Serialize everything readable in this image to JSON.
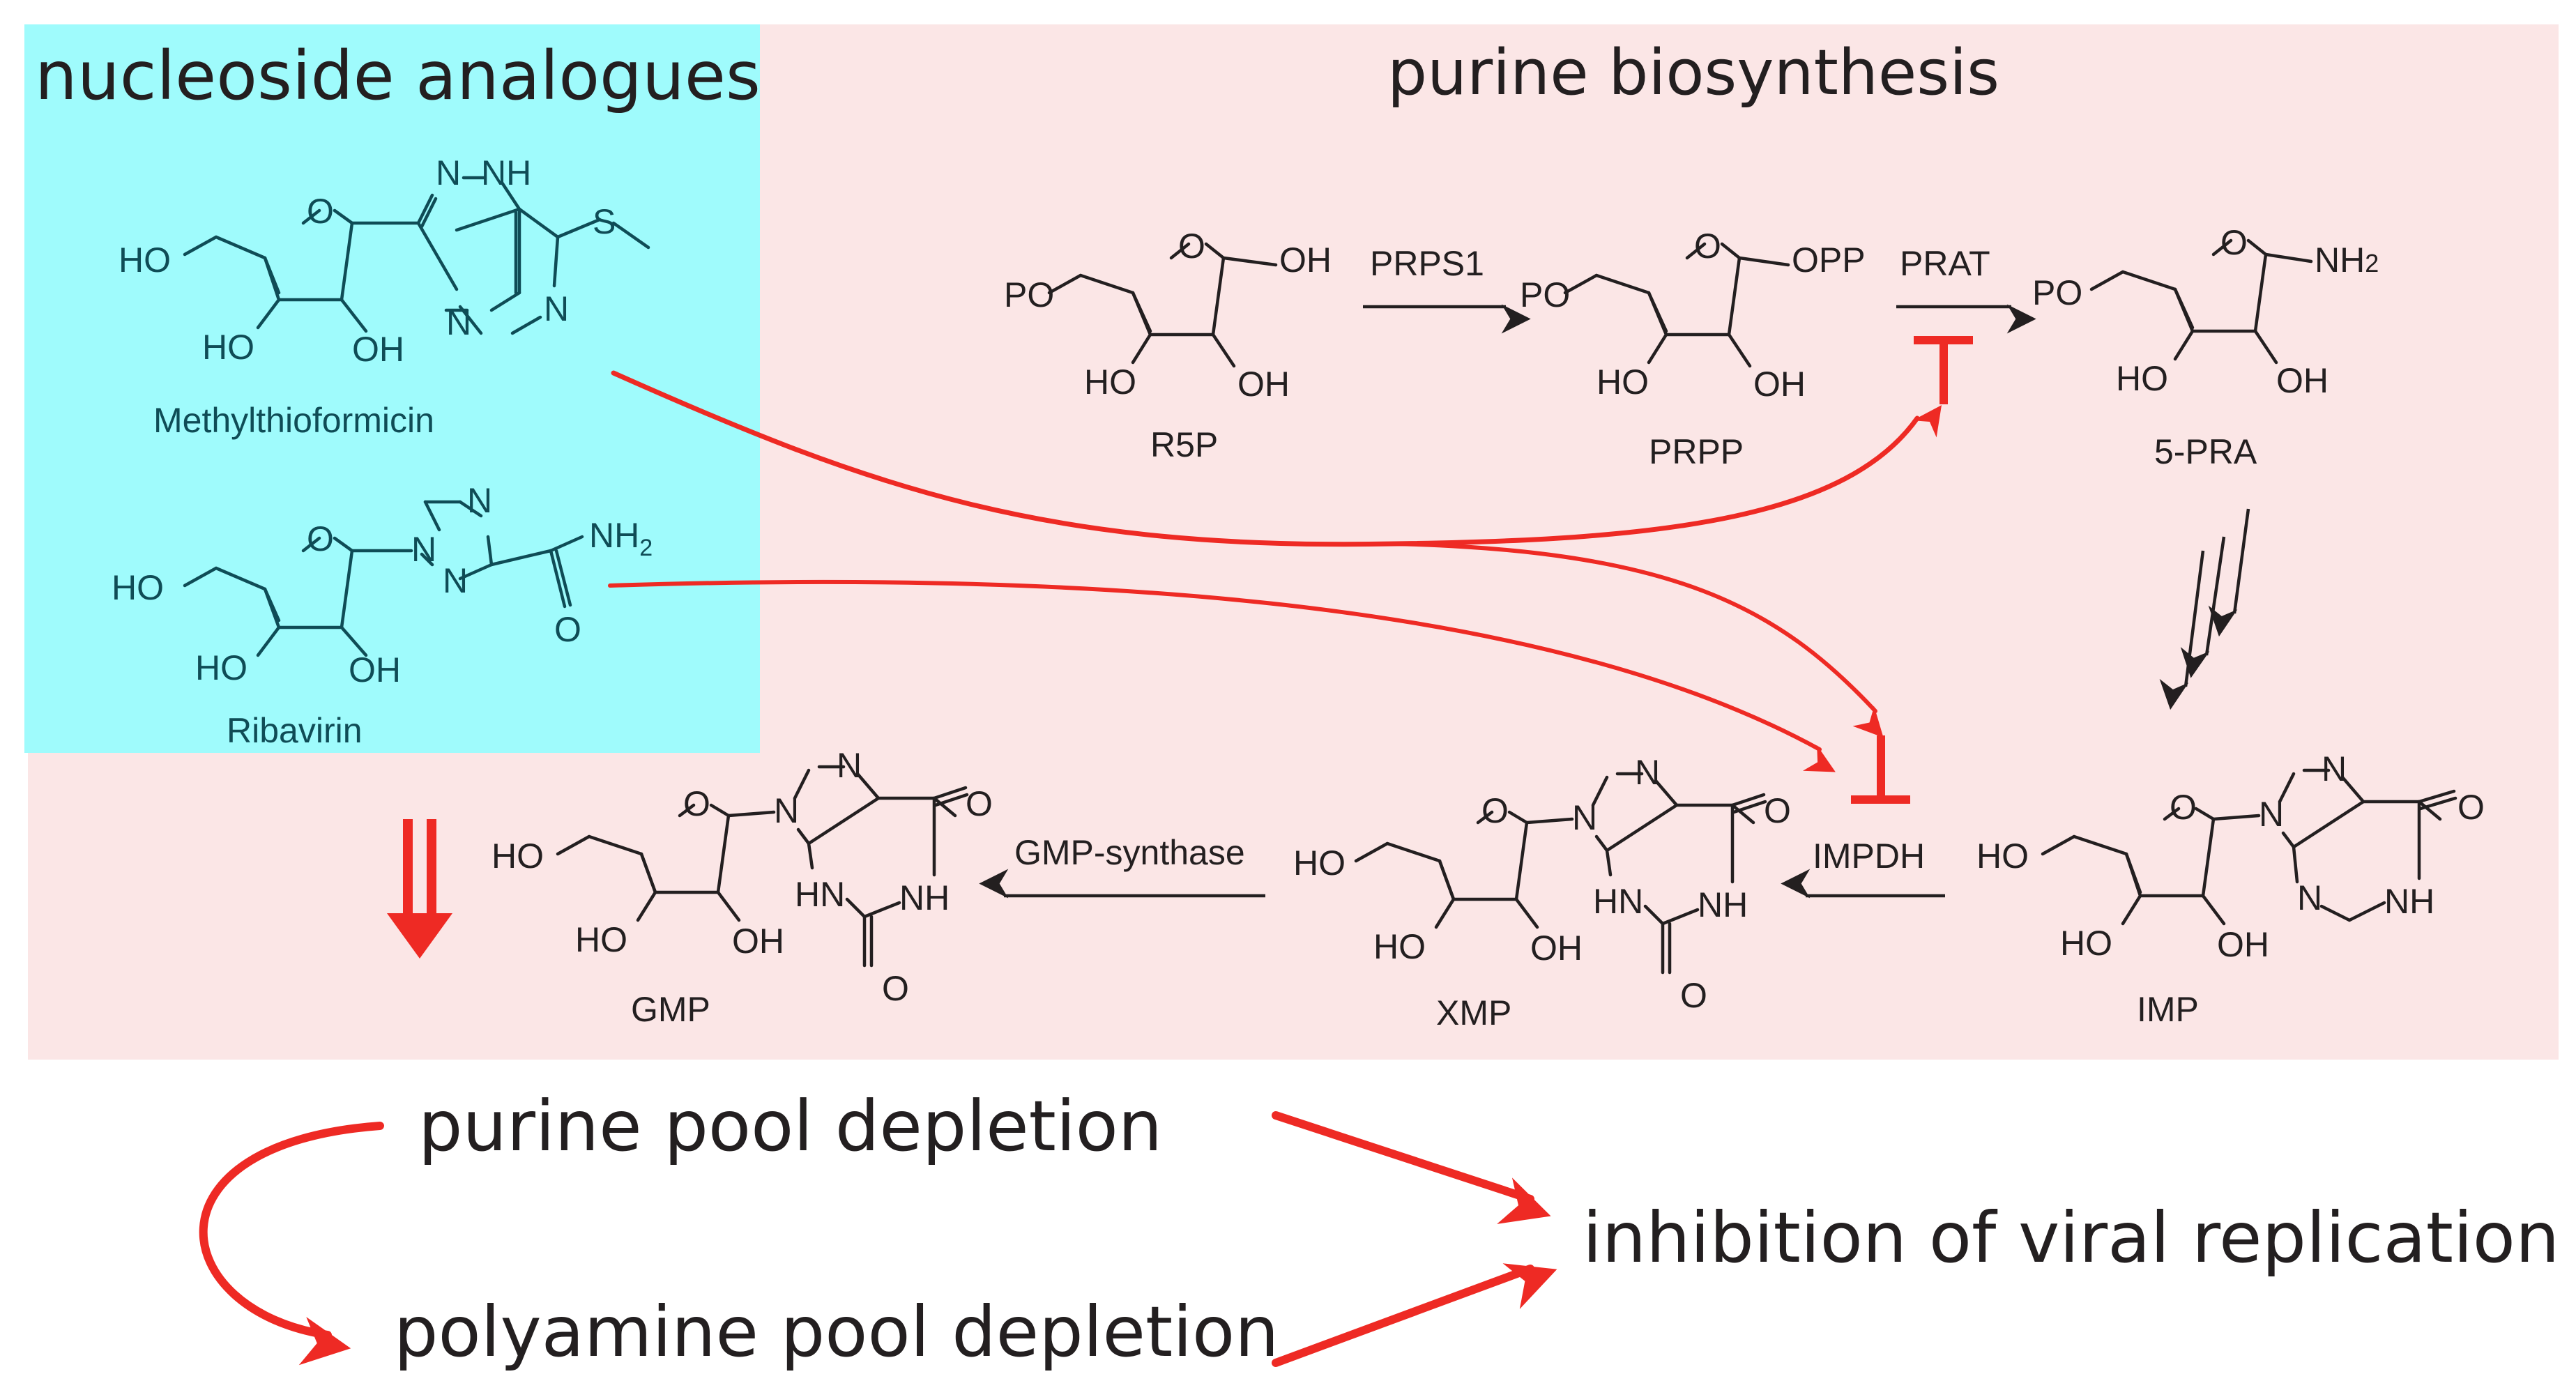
{
  "titles": {
    "nucleoside_analogues": "nucleoside analogues",
    "purine_biosynthesis": "purine biosynthesis"
  },
  "colors": {
    "analogue_box": "#9ffbfc",
    "pathway_box": "#fbe6e6",
    "inhibition_red": "#ee2a24",
    "bond_black": "#231f20",
    "analogue_teal": "#0f4c56"
  },
  "analogues": {
    "methylthioformicin": {
      "name": "Methylthioformicin",
      "atoms": {
        "ho5": "HO",
        "ho2": "HO",
        "oh3": "OH",
        "o_ring": "O",
        "n1": "N",
        "nh": "NH",
        "n_low": "N",
        "n_right": "N",
        "s": "S"
      }
    },
    "ribavirin": {
      "name": "Ribavirin",
      "atoms": {
        "ho5": "HO",
        "ho2": "HO",
        "oh3": "OH",
        "o_ring": "O",
        "n_top": "N",
        "n1": "N",
        "n2": "N",
        "nh2": "NH",
        "nh2_sub": "2",
        "o_amide": "O"
      }
    }
  },
  "pathway": {
    "r5p": {
      "name": "R5P",
      "po": "PO",
      "o": "O",
      "oh1": "OH",
      "ho": "HO",
      "oh": "OH"
    },
    "prpp": {
      "name": "PRPP",
      "po": "PO",
      "o": "O",
      "opp": "OPP",
      "ho": "HO",
      "oh": "OH"
    },
    "pra": {
      "name": "5-PRA",
      "po": "PO",
      "o": "O",
      "nh2": "NH",
      "nh2_sub": "2",
      "ho": "HO",
      "oh": "OH"
    },
    "imp": {
      "name": "IMP",
      "ho5": "HO",
      "o": "O",
      "ho": "HO",
      "oh": "OH",
      "n7": "N",
      "n9": "N",
      "n3": "N",
      "nh": "NH",
      "o6": "O"
    },
    "xmp": {
      "name": "XMP",
      "ho5": "HO",
      "o": "O",
      "ho": "HO",
      "oh": "OH",
      "n7": "N",
      "n9": "N",
      "hn": "HN",
      "nh": "NH",
      "o6": "O",
      "o2": "O"
    },
    "gmp": {
      "name": "GMP",
      "ho5": "HO",
      "o": "O",
      "ho": "HO",
      "oh": "OH",
      "n7": "N",
      "n9": "N",
      "hn": "HN",
      "nh": "NH",
      "o6": "O",
      "o2": "O"
    },
    "enzymes": {
      "prps1": "PRPS1",
      "prat": "PRAT",
      "impdh": "IMPDH",
      "gmp_synthase": "GMP-synthase"
    }
  },
  "outcomes": {
    "purine_pool": "purine pool depletion",
    "polyamine_pool": "polyamine pool depletion",
    "viral": "inhibition of viral replication"
  }
}
